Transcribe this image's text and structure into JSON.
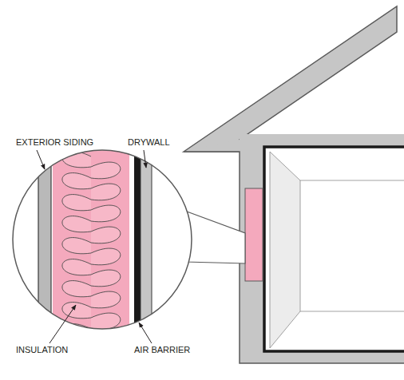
{
  "diagram": {
    "labels": [
      "EXTERIOR SIDING",
      "DRYWALL",
      "INSULATION",
      "AIR BARRIER"
    ]
  }
}
